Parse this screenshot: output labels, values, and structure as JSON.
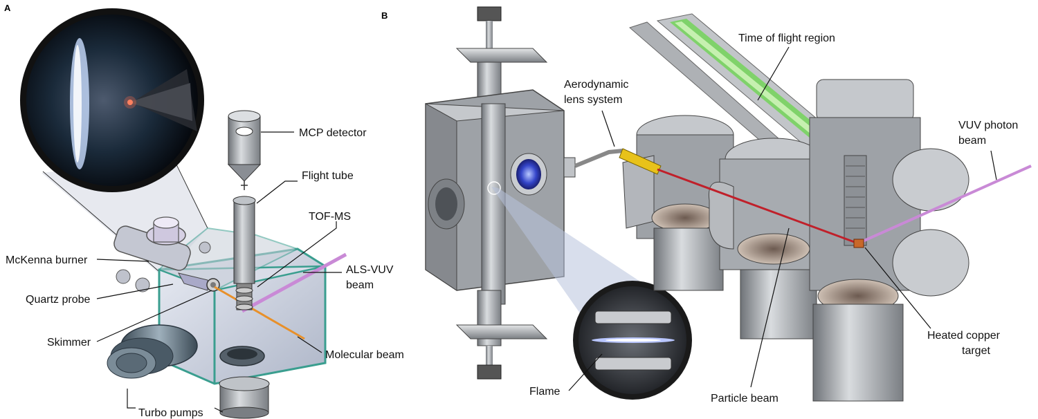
{
  "panels": {
    "a": "A",
    "b": "B"
  },
  "panel_a": {
    "labels": {
      "mcp_detector": "MCP detector",
      "flight_tube": "Flight tube",
      "tof_ms": "TOF-MS",
      "mckenna_burner": "McKenna burner",
      "als_vuv_1": "ALS-VUV",
      "als_vuv_2": "beam",
      "quartz_probe": "Quartz probe",
      "skimmer": "Skimmer",
      "molecular_beam": "Molecular beam",
      "turbo_pumps": "Turbo pumps"
    }
  },
  "panel_b": {
    "labels": {
      "time_of_flight": "Time of flight region",
      "aero_1": "Aerodynamic",
      "aero_2": "lens system",
      "vuv_1": "VUV photon",
      "vuv_2": "beam",
      "heated_1": "Heated copper",
      "heated_2": "target",
      "flame": "Flame",
      "particle_beam": "Particle beam"
    }
  },
  "colors": {
    "chamber_teal": "#3a9e8f",
    "vuv_beam": "#c98ad6",
    "molecular_beam": "#e8902a",
    "tof_green": "#7fd26a",
    "particle_beam": "#c0202a",
    "lens_yellow": "#e8c21a",
    "metal": "#a9adb3"
  }
}
